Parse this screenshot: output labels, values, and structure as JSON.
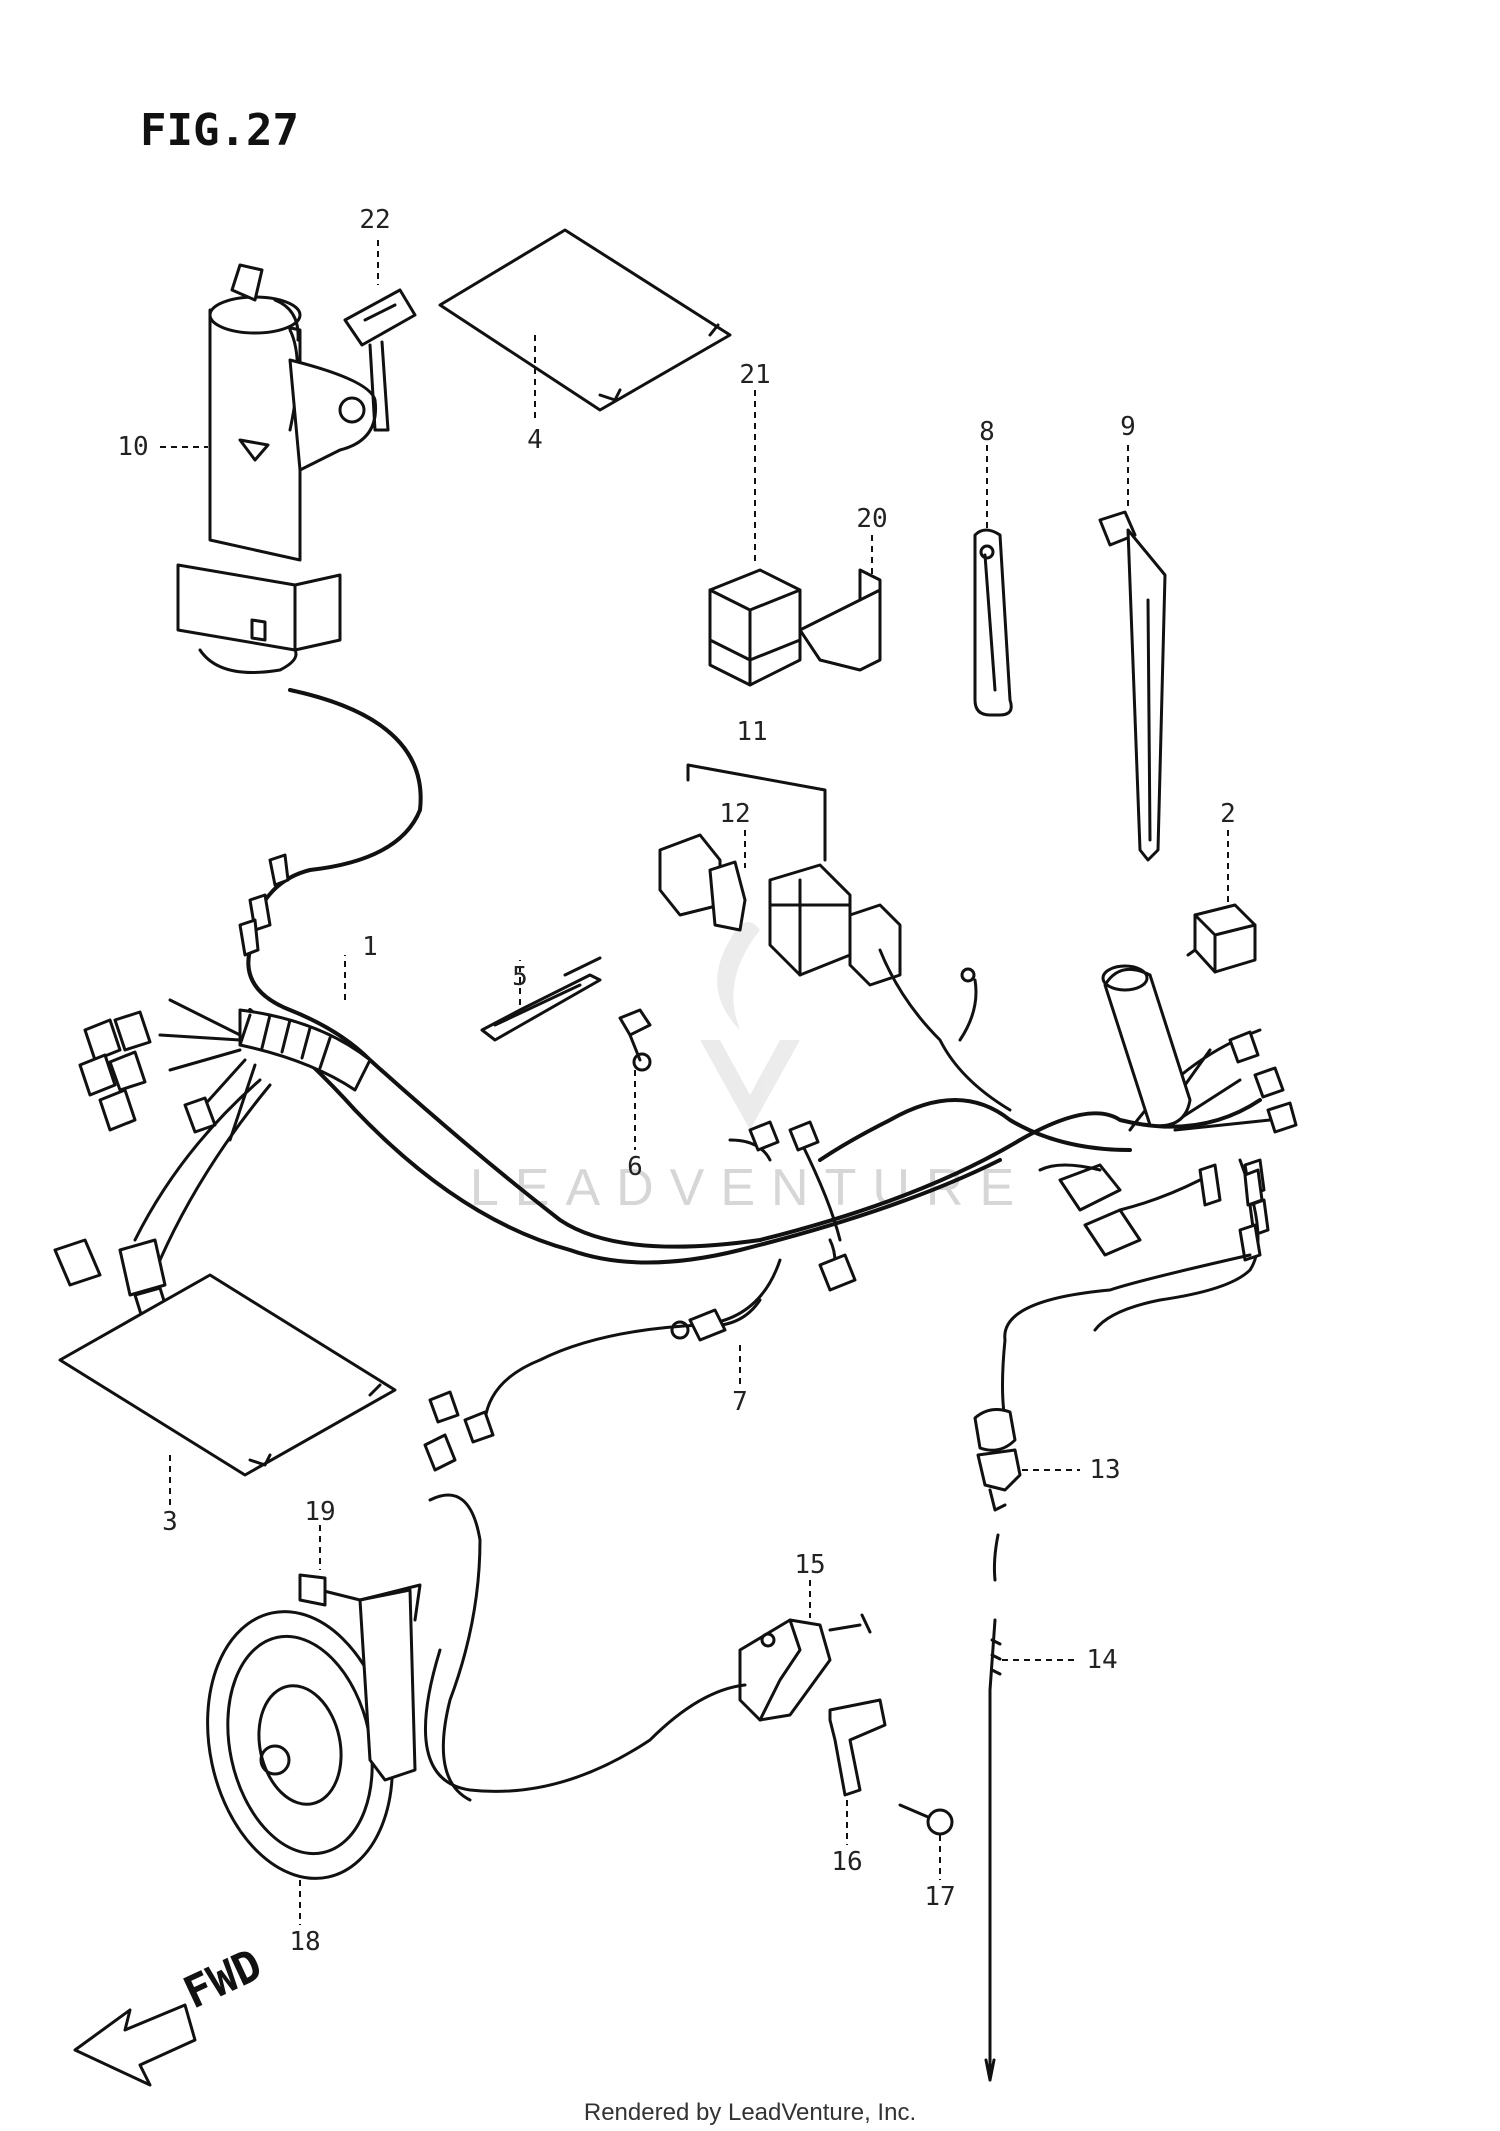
{
  "figure": {
    "title": "FIG.27"
  },
  "watermark": {
    "text": "LEADVENTURE"
  },
  "footer": {
    "text": "Rendered by LeadVenture, Inc."
  },
  "direction_label": "FWD",
  "callouts": [
    {
      "id": "1",
      "label": "1"
    },
    {
      "id": "2",
      "label": "2"
    },
    {
      "id": "3",
      "label": "3"
    },
    {
      "id": "4",
      "label": "4"
    },
    {
      "id": "5",
      "label": "5"
    },
    {
      "id": "6",
      "label": "6"
    },
    {
      "id": "7",
      "label": "7"
    },
    {
      "id": "8",
      "label": "8"
    },
    {
      "id": "9",
      "label": "9"
    },
    {
      "id": "10",
      "label": "10"
    },
    {
      "id": "11",
      "label": "11"
    },
    {
      "id": "12",
      "label": "12"
    },
    {
      "id": "13",
      "label": "13"
    },
    {
      "id": "14",
      "label": "14"
    },
    {
      "id": "15",
      "label": "15"
    },
    {
      "id": "16",
      "label": "16"
    },
    {
      "id": "17",
      "label": "17"
    },
    {
      "id": "18",
      "label": "18"
    },
    {
      "id": "19",
      "label": "19"
    },
    {
      "id": "20",
      "label": "20"
    },
    {
      "id": "21",
      "label": "21"
    },
    {
      "id": "22",
      "label": "22"
    }
  ]
}
